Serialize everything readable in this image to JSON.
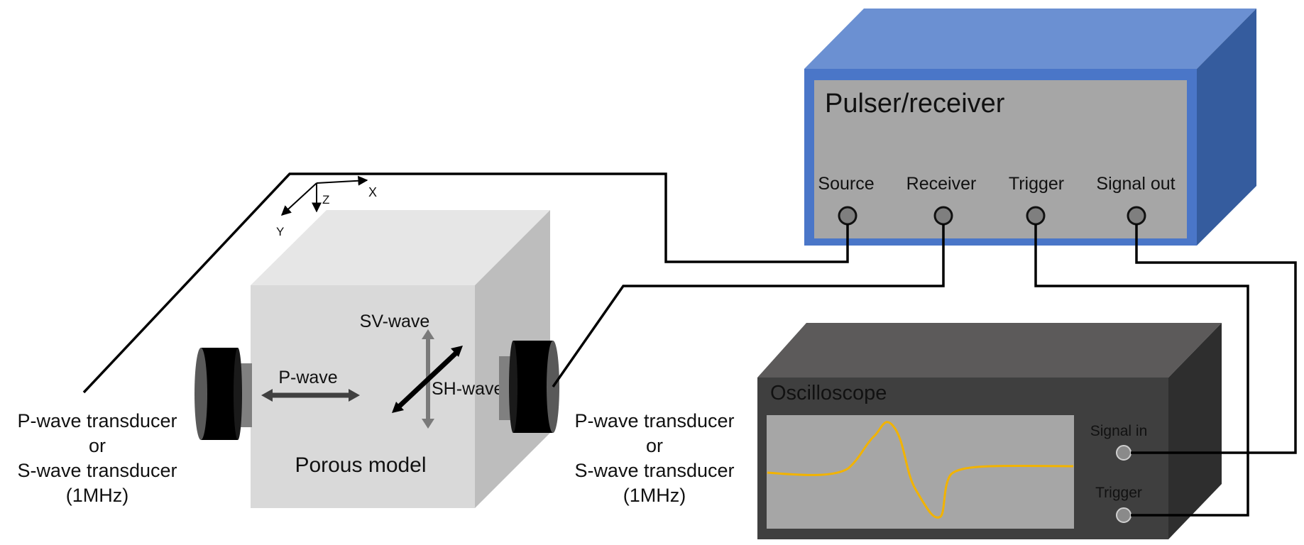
{
  "axes": {
    "x": "X",
    "y": "Y",
    "z": "Z"
  },
  "porous_model": {
    "label": "Porous model",
    "wave_labels": {
      "p_wave": "P-wave",
      "sv_wave": "SV-wave",
      "sh_wave": "SH-wave"
    }
  },
  "left_transducer": {
    "line1": "P-wave transducer",
    "line2": "or",
    "line3": "S-wave transducer",
    "line4": "(1MHz)"
  },
  "right_transducer": {
    "line1": "P-wave transducer",
    "line2": "or",
    "line3": "S-wave transducer",
    "line4": "(1MHz)"
  },
  "pulser_receiver": {
    "title": "Pulser/receiver",
    "ports": {
      "source": "Source",
      "receiver": "Receiver",
      "trigger": "Trigger",
      "signal_out": "Signal out"
    }
  },
  "oscilloscope": {
    "title": "Oscilloscope",
    "ports": {
      "signal_in": "Signal in",
      "trigger": "Trigger"
    }
  },
  "colors": {
    "pulser_front": "#4a76c8",
    "pulser_top": "#6b90d2",
    "pulser_side": "#355c9e",
    "pulser_panel": "#a6a6a6",
    "scope_front": "#3f3f3f",
    "scope_top": "#5c5a5a",
    "scope_side": "#2e2e2e",
    "scope_screen": "#a6a6a6",
    "waveform": "#f2b300",
    "cube_front": "#d9d9d9",
    "cube_top": "#e6e6e6",
    "cube_side": "#bdbdbd",
    "transducer": "#000000",
    "port": "#7f7f7f"
  }
}
